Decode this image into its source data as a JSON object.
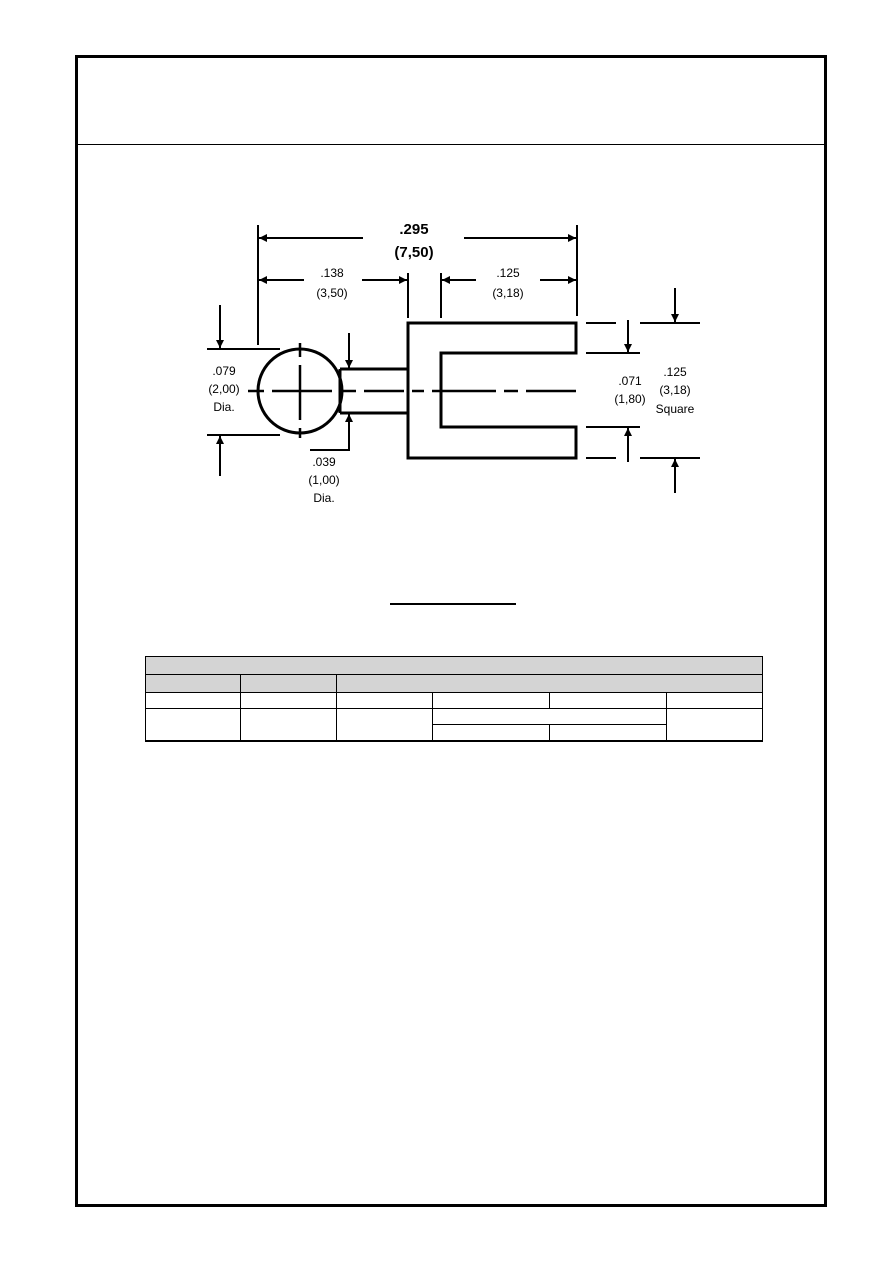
{
  "drawing": {
    "overall_length": {
      "inch": ".295",
      "mm": "(7,50)"
    },
    "head_length": {
      "inch": ".138",
      "mm": "(3,50)"
    },
    "fork_length": {
      "inch": ".125",
      "mm": "(3,18)"
    },
    "ball_diameter": {
      "inch": ".079",
      "mm": "(2,00)",
      "note": "Dia."
    },
    "stem_diameter": {
      "inch": ".039",
      "mm": "(1,00)",
      "note": "Dia."
    },
    "slot_width": {
      "inch": ".071",
      "mm": "(1,80)"
    },
    "fork_square": {
      "inch": ".125",
      "mm": "(3,18)",
      "note": "Square"
    }
  },
  "table": {
    "title": "",
    "rows": []
  }
}
